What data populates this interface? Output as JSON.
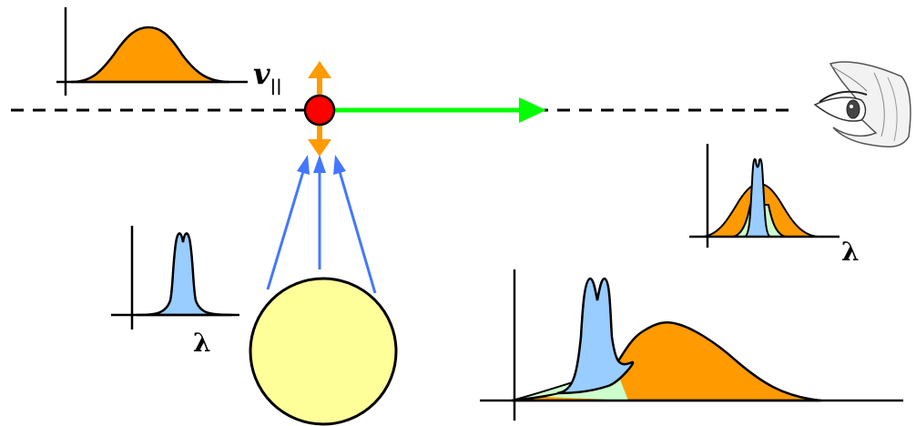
{
  "labels": {
    "velocity": "v",
    "velocity_subscript": "||",
    "lambda_small_top": "λ",
    "lambda_small_left": "λ"
  },
  "colors": {
    "orange": "#ff9a00",
    "blue": "#99ccff",
    "light_green": "#ccffcc",
    "green_arrow": "#00ff00",
    "blue_ray": "#4477ff",
    "red_atom": "#ff0000",
    "star_fill": "#ffff99"
  },
  "icons": {
    "eye": "eye-icon"
  }
}
